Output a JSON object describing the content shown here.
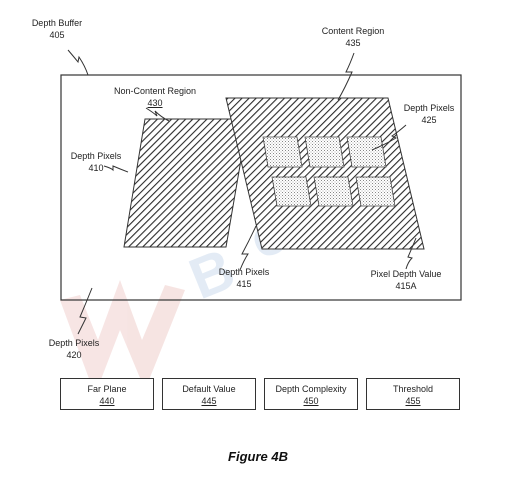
{
  "labels": {
    "depth_buffer": {
      "text": "Depth Buffer",
      "num": "405"
    },
    "content_region": {
      "text": "Content Region",
      "num": "435"
    },
    "non_content_region": {
      "text": "Non-Content Region",
      "num": "430"
    },
    "depth_pixels_425": {
      "text": "Depth Pixels",
      "num": "425"
    },
    "depth_pixels_410": {
      "text": "Depth Pixels",
      "num": "410"
    },
    "depth_pixels_415": {
      "text": "Depth Pixels",
      "num": "415"
    },
    "pixel_depth_value": {
      "text": "Pixel Depth Value",
      "num": "415A"
    },
    "depth_pixels_420": {
      "text": "Depth Pixels",
      "num": "420"
    }
  },
  "boxes": [
    {
      "label": "Far Plane",
      "num": "440"
    },
    {
      "label": "Default Value",
      "num": "445"
    },
    {
      "label": "Depth Complexity",
      "num": "450"
    },
    {
      "label": "Threshold",
      "num": "455"
    }
  ],
  "caption": "Figure 4B"
}
